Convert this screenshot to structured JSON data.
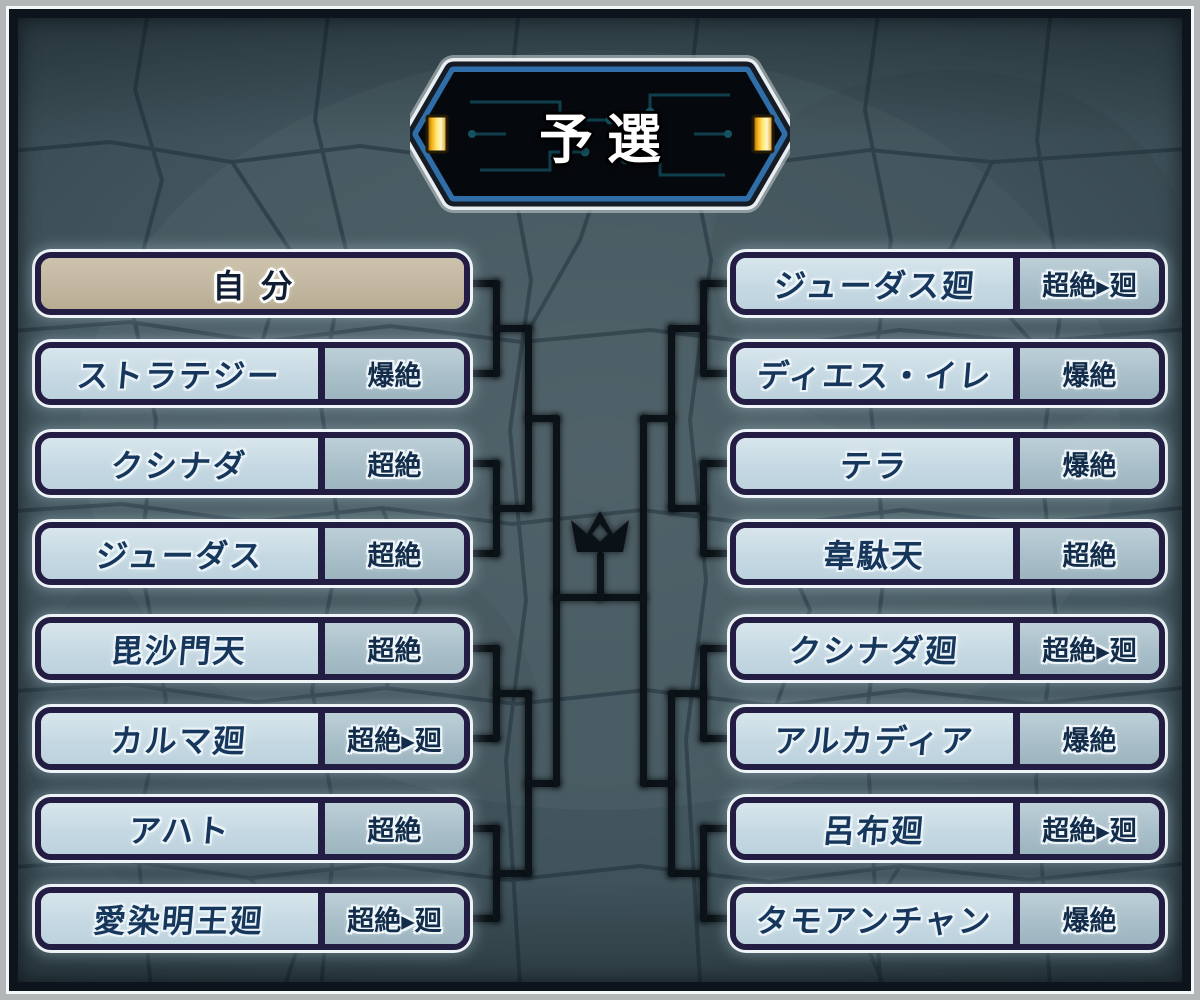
{
  "banner": {
    "title": "予選"
  },
  "bracket": {
    "left": [
      {
        "name": "自分",
        "type": "player"
      },
      {
        "name": "ストラテジー",
        "difficulty": "爆絶"
      },
      {
        "name": "クシナダ",
        "difficulty": "超絶"
      },
      {
        "name": "ジューダス",
        "difficulty": "超絶"
      },
      {
        "name": "毘沙門天",
        "difficulty": "超絶"
      },
      {
        "name": "カルマ廻",
        "difficulty": "超絶▸廻"
      },
      {
        "name": "アハト",
        "difficulty": "超絶"
      },
      {
        "name": "愛染明王廻",
        "difficulty": "超絶▸廻"
      }
    ],
    "right": [
      {
        "name": "ジューダス廻",
        "difficulty": "超絶▸廻"
      },
      {
        "name": "ディエス・イレ",
        "difficulty": "爆絶"
      },
      {
        "name": "テラ",
        "difficulty": "爆絶"
      },
      {
        "name": "韋駄天",
        "difficulty": "超絶"
      },
      {
        "name": "クシナダ廻",
        "difficulty": "超絶▸廻"
      },
      {
        "name": "アルカディア",
        "difficulty": "爆絶"
      },
      {
        "name": "呂布廻",
        "difficulty": "超絶▸廻"
      },
      {
        "name": "タモアンチャン",
        "difficulty": "爆絶"
      }
    ]
  },
  "icons": {
    "center": "crown-icon",
    "banner_side": "gold-clasp"
  },
  "colors": {
    "stone_bg": "#41545c",
    "stone_crack": "#2b3d46",
    "slot_name_bg": "#c9dbe4",
    "slot_difficulty_bg": "#a9bfc9",
    "player_slot_bg": "#c2b7a0",
    "slot_border": "#231d44",
    "banner_blue": "#2f6ea8",
    "banner_inner": "#05080d",
    "circuit_teal": "#0f3e4c",
    "gold_clasp": "#f7b31b",
    "line_color": "#0c1318",
    "name_text": "#16365b",
    "title_text": "#ffffff"
  }
}
